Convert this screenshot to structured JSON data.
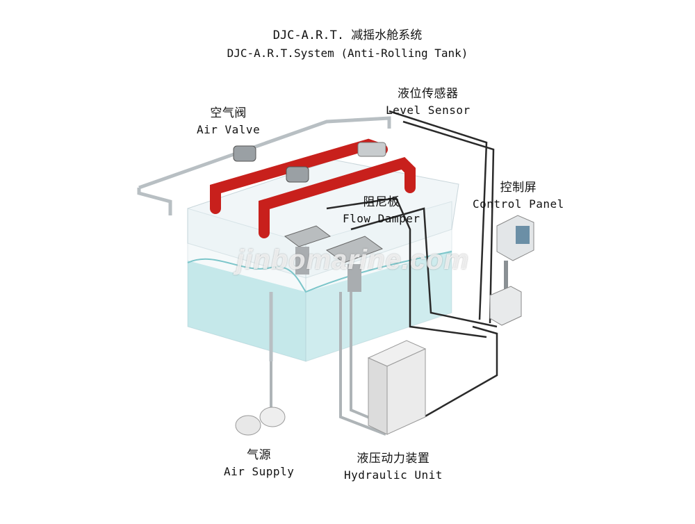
{
  "title": {
    "line1": "DJC-A.R.T. 减摇水舱系统",
    "line2": "DJC-A.R.T.System (Anti-Rolling Tank)"
  },
  "labels": {
    "air_valve": {
      "zh": "空气阀",
      "en": "Air Valve"
    },
    "level_sensor": {
      "zh": "液位传感器",
      "en": "Level Sensor"
    },
    "control_panel": {
      "zh": "控制屏",
      "en": "Control Panel"
    },
    "flow_damper": {
      "zh": "阻尼板",
      "en": "Flow Damper"
    },
    "air_supply": {
      "zh": "气源",
      "en": "Air Supply"
    },
    "hydraulic_unit": {
      "zh": "液压动力装置",
      "en": "Hydraulic Unit"
    }
  },
  "watermark": "jinbomarine.com",
  "colors": {
    "pipe_red": "#c8201c",
    "water": "#9fdcdf",
    "tank_glass": "#eef4f6",
    "cable": "#2a2a2a",
    "cabinet": "#e6e6e6"
  }
}
